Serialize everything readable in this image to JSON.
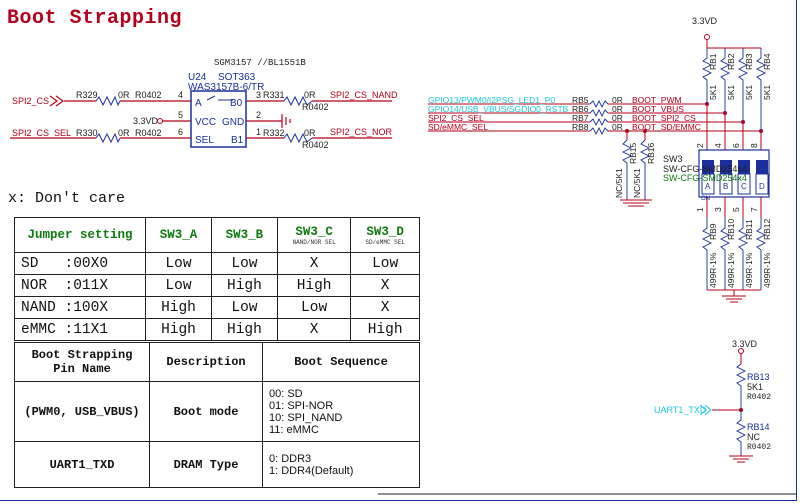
{
  "title": "Boot Strapping",
  "dont_care": "x: Don't care",
  "mux": {
    "part_note": "SGM3157 //BL1551B",
    "ref": "U24",
    "package": "SOT363",
    "part": "WAS3157B-6/TR",
    "pins": {
      "a": "A",
      "b0": "B0",
      "vcc": "VCC",
      "gnd": "GND",
      "sel": "SEL",
      "b1": "B1"
    },
    "pin_nums": {
      "a": "4",
      "b0": "3",
      "vcc": "5",
      "gnd": "2",
      "sel": "6",
      "b1": "1"
    },
    "vcc_label": "3.3VD",
    "net_in": "SPI2_CS",
    "net_sel": "SPI2_CS_SEL",
    "net_nand": "SPI2_CS_NAND",
    "net_nor": "SPI2_CS_NOR",
    "r329": "R329",
    "r329_val": "0R",
    "r329_pkg": "R0402",
    "r330": "R330",
    "r330_val": "0R",
    "r330_pkg": "R0402",
    "r331": "R331",
    "r331_val": "0R",
    "r331_pkg": "R0402",
    "r332": "R332",
    "r332_val": "0R",
    "r332_pkg": "R0402"
  },
  "switch": {
    "vdd": "3.3VD",
    "nets_left": [
      "GPIO13/PWM0/I2PSG_LED1_P0",
      "GPIO14/USB_VBUS/SGDIO0_RSTB",
      "SPI2_CS_SEL",
      "SD/eMMC_SEL"
    ],
    "rb_left": [
      "RB5",
      "RB6",
      "RB7",
      "RB8"
    ],
    "rb_left_val": [
      "0R",
      "0R",
      "0R",
      "0R"
    ],
    "nets_right": [
      "BOOT_PWM",
      "BOOT_VBUS",
      "BOOT_SPI2_CS",
      "BOOT_SD/EMMC"
    ],
    "pullups": [
      "RB1",
      "RB2",
      "RB3",
      "RB4"
    ],
    "pullup_val": "5K1",
    "pulldowns_top": [
      "RB15",
      "RB16"
    ],
    "pulldown_top_val": "NC/5K1",
    "sw_ref": "SW3",
    "sw_part1": "SW-CFG-SMD254x4",
    "sw_part2": "SW-CFG-SMD254x4",
    "sw_labels": [
      "A",
      "B",
      "C",
      "D"
    ],
    "sw_on": "ON",
    "top_pins": [
      "2",
      "4",
      "6",
      "8"
    ],
    "bottom_pins": [
      "1",
      "3",
      "5",
      "7"
    ],
    "pulldowns": [
      "RB9",
      "RB10",
      "RB11",
      "RB12"
    ],
    "pulldown_val": "499R-1%"
  },
  "uart": {
    "vdd": "3.3VD",
    "net": "UART1_TXD",
    "rb13": "RB13",
    "rb13_val": "5K1",
    "rb13_pkg": "R0402",
    "rb14": "RB14",
    "rb14_val": "NC",
    "rb14_pkg": "R0402"
  },
  "jumper_table": {
    "headers": [
      "Jumper setting",
      "SW3_A",
      "SW3_B",
      "SW3_C",
      "SW3_D"
    ],
    "subheaders": [
      "",
      "",
      "",
      "NAND/NOR SEL",
      "SD/eMMC SEL"
    ],
    "rows": [
      [
        "SD   :00X0",
        "Low",
        "Low",
        "X",
        "Low"
      ],
      [
        "NOR  :011X",
        "Low",
        "High",
        "High",
        "X"
      ],
      [
        "NAND :100X",
        "High",
        "Low",
        "Low",
        "X"
      ],
      [
        "eMMC :11X1",
        "High",
        "High",
        "X",
        "High"
      ]
    ]
  },
  "boot_table": {
    "headers": [
      "Boot Strapping Pin Name",
      "Description",
      "Boot Sequence"
    ],
    "rows": [
      {
        "pin": "(PWM0, USB_VBUS)",
        "desc": "Boot mode",
        "seq": [
          "00: SD",
          "01: SPI-NOR",
          "10: SPI_NAND",
          "11: eMMC"
        ]
      },
      {
        "pin": "UART1_TXD",
        "desc": "DRAM Type",
        "seq": [
          "0: DDR3",
          "1: DDR4(Default)"
        ]
      }
    ]
  }
}
